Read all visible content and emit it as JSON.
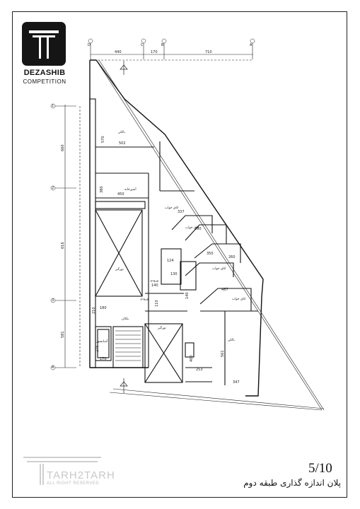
{
  "brand": {
    "name": "DEZASHIB",
    "subtitle": "COMPETITION"
  },
  "watermark": {
    "name": "TARH2TARH",
    "rights": "ALL RIGHT RESERVED"
  },
  "page": {
    "number": "5/10",
    "title": "پلان اندازه گذاری طبقه دوم"
  },
  "axes": {
    "top": [
      "D",
      "C",
      "B",
      "A"
    ],
    "left": [
      "1",
      "2",
      "3",
      "4"
    ]
  },
  "dimensions": {
    "top": [
      "440",
      "170",
      "710"
    ],
    "left": [
      "660",
      "616",
      "581"
    ],
    "interior": [
      "570",
      "502",
      "380",
      "450",
      "337",
      "280",
      "350",
      "260",
      "124",
      "130",
      "140",
      "110",
      "140",
      "180",
      "210",
      "487",
      "275",
      "170",
      "400",
      "253",
      "347",
      "561"
    ]
  },
  "rooms": {
    "balcony_top": "بالکن",
    "kitchen": "آشپزخانه",
    "bedroom_1": "اتاق خواب",
    "bedroom_2": "اتاق خواب",
    "bedroom_3": "اتاق خواب",
    "bedroom_4": "اتاق خواب",
    "skylight_1": "نورگیر",
    "skylight_2": "نورگیر",
    "entrance": "ورودی",
    "corridor": "ورودی",
    "stair_balcony": "پلکان",
    "elevator": "آسانسور",
    "balcony_bottom": "بالکن"
  }
}
